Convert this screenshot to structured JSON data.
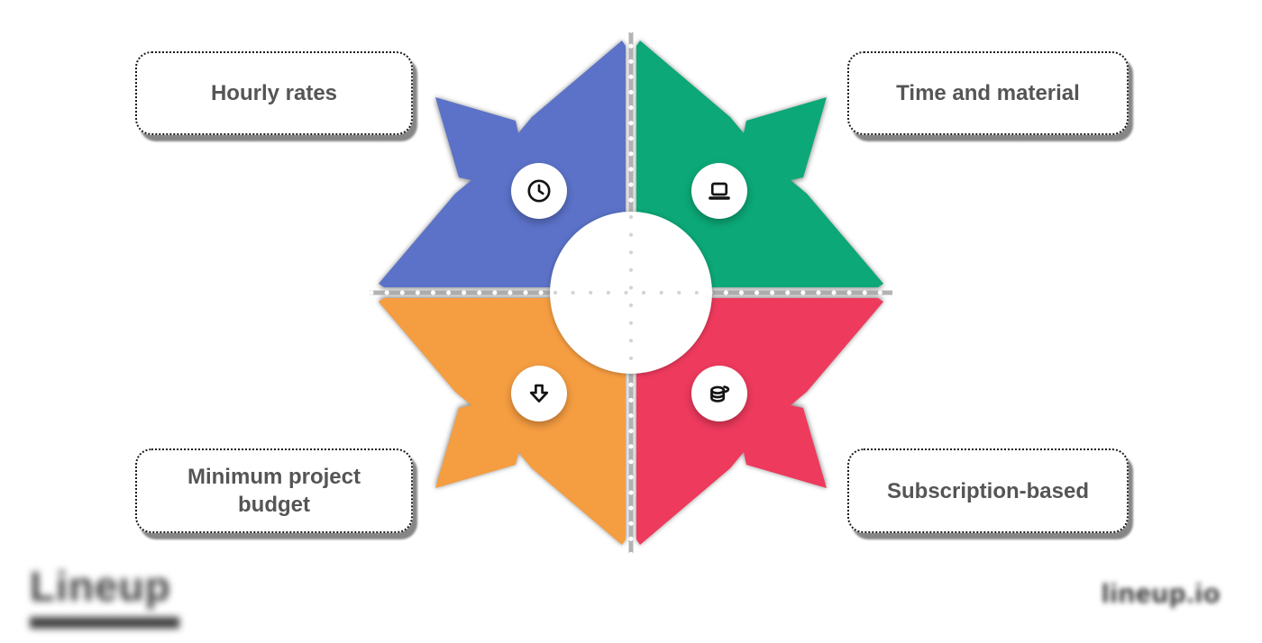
{
  "diagram": {
    "title_hint": "pricing-models-arrow-infographic",
    "quadrants": [
      {
        "id": "hourly-rates",
        "label": "Hourly rates",
        "color": "#5b72c8",
        "icon": "clock-icon",
        "position": "top-left"
      },
      {
        "id": "time-and-material",
        "label": "Time and material",
        "color": "#0ca877",
        "icon": "laptop-icon",
        "position": "top-right"
      },
      {
        "id": "minimum-project-budget",
        "label": "Minimum project budget",
        "color": "#f59d41",
        "icon": "arrow-down-icon",
        "position": "bottom-left"
      },
      {
        "id": "subscription-based",
        "label": "Subscription-based",
        "color": "#ee3a5d",
        "icon": "coins-icon",
        "position": "bottom-right"
      }
    ],
    "center": {
      "shape": "white-circle-with-dotted-crosshair",
      "dot_color": "#d3d3d3",
      "axis_dot_color": "#ffffff"
    }
  },
  "footer": {
    "logo_text": "Lineup",
    "watermark_text": "lineup.io"
  }
}
